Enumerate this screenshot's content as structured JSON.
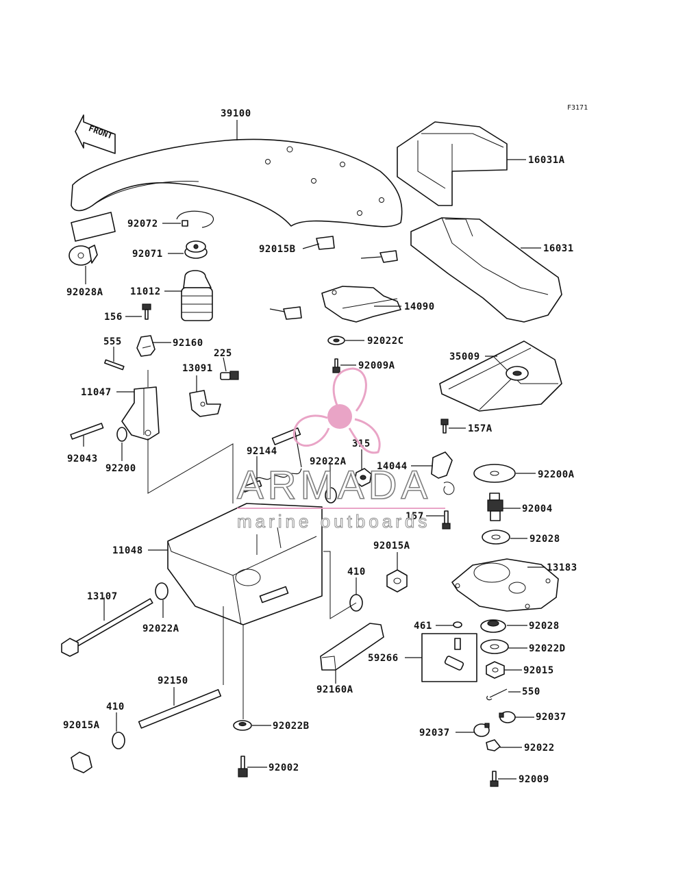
{
  "figure_code": "F3171",
  "direction_label": "FRONT",
  "watermark": {
    "title": "ARMADA",
    "subtitle": "marine outboards"
  },
  "parts": [
    "39100",
    "16031A",
    "16031",
    "92072",
    "92071",
    "92015B",
    "92028A",
    "11012",
    "156",
    "14090",
    "92022C",
    "555",
    "92160",
    "225",
    "13091",
    "92009A",
    "35009",
    "11047",
    "92043",
    "92200",
    "157A",
    "92144",
    "92022A",
    "315",
    "14044",
    "92200A",
    "92004",
    "11048",
    "157",
    "92028",
    "92015A",
    "410",
    "13183",
    "13107",
    "92022A",
    "461",
    "92028",
    "59266",
    "92022D",
    "92015",
    "92160A",
    "92150",
    "550",
    "92037",
    "92015A",
    "410",
    "92022B",
    "92037",
    "92022",
    "92002",
    "92009"
  ],
  "colors": {
    "line": "#111111",
    "watermark_pink": "#e8a0c4",
    "watermark_text": "#777777"
  }
}
